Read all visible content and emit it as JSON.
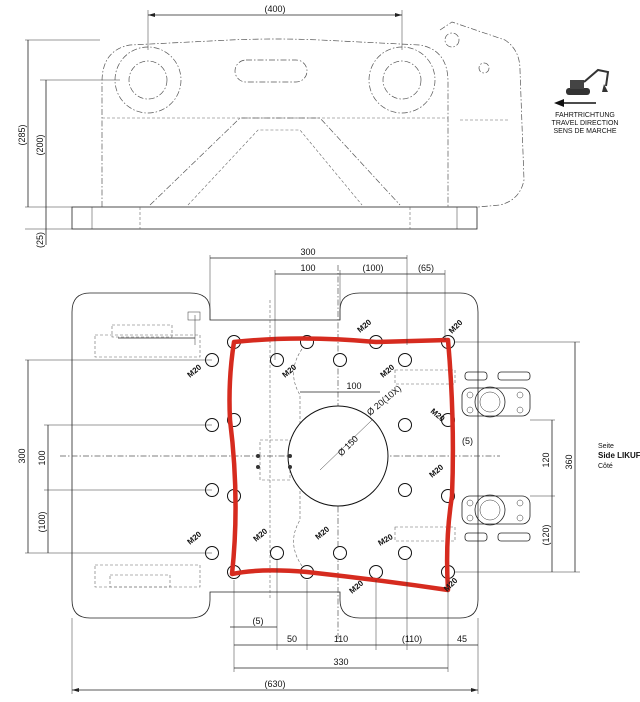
{
  "top_view": {
    "dim_width": "(400)",
    "dim_height_total": "(285)",
    "dim_height_inner": "(200)",
    "dim_plate": "(25)"
  },
  "direction": {
    "line1": "FAHRTRICHTUNG",
    "line2": "TRAVEL DIRECTION",
    "line3": "SENS DE MARCHE"
  },
  "plan_view": {
    "dims_top": [
      "300",
      "100",
      "(100)",
      "(65)",
      "100"
    ],
    "dims_left": [
      "300",
      "100",
      "(100)"
    ],
    "dims_right": [
      "360",
      "120",
      "(120)",
      "(5)"
    ],
    "dims_bottom": [
      "(5)",
      "50",
      "110",
      "(110)",
      "45",
      "330",
      "(630)"
    ],
    "center_hole": "Ø 150",
    "bolt_pattern": "Ø 20(10X)",
    "thread_label": "M20",
    "side_label": [
      "Seite",
      "Side LIKUFIX",
      "Côté"
    ]
  },
  "colors": {
    "highlight": "#d62b1f",
    "line": "#222222"
  }
}
